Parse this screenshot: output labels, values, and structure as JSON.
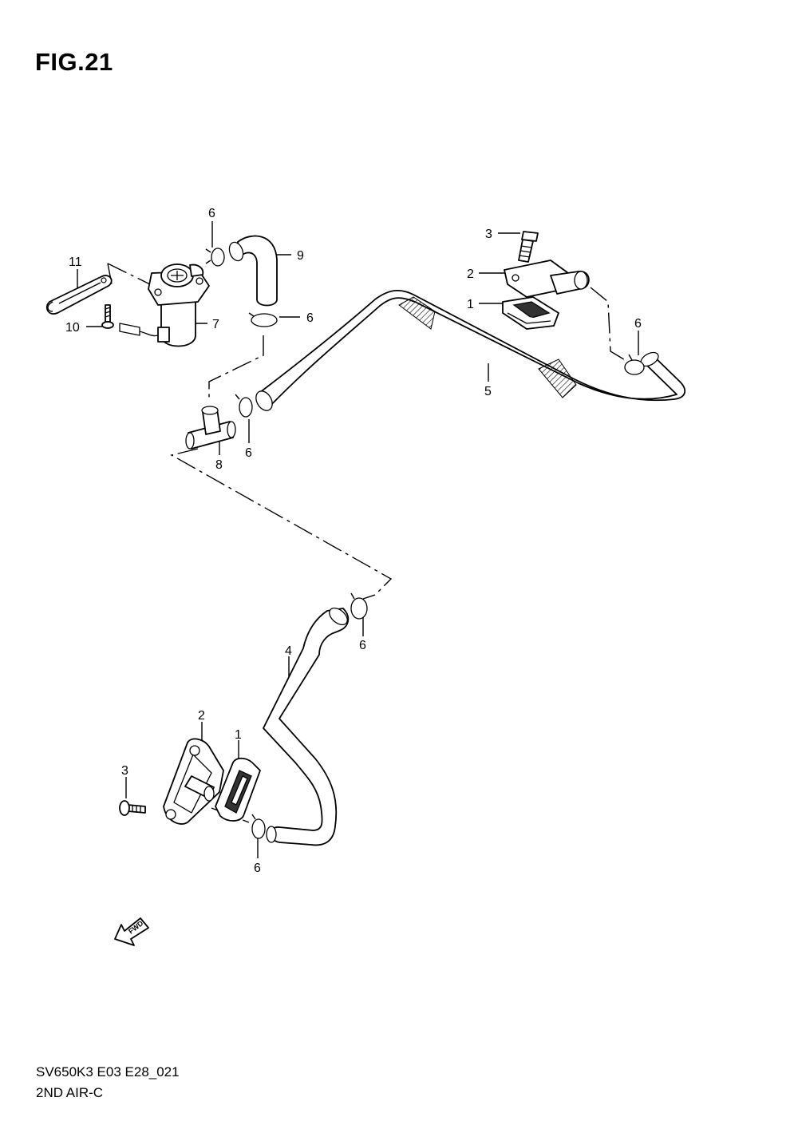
{
  "figure": {
    "title": "FIG.21"
  },
  "footer": {
    "code": "SV650K3 E03 E28_021",
    "subtitle": "2ND AIR-C"
  },
  "fwd_label": "FWD",
  "callouts": [
    {
      "id": "c6a",
      "text": "6"
    },
    {
      "id": "c9",
      "text": "9"
    },
    {
      "id": "c11",
      "text": "11"
    },
    {
      "id": "c10",
      "text": "10"
    },
    {
      "id": "c7",
      "text": "7"
    },
    {
      "id": "c6b",
      "text": "6"
    },
    {
      "id": "c8",
      "text": "8"
    },
    {
      "id": "c6c",
      "text": "6"
    },
    {
      "id": "c3a",
      "text": "3"
    },
    {
      "id": "c2a",
      "text": "2"
    },
    {
      "id": "c1a",
      "text": "1"
    },
    {
      "id": "c6d",
      "text": "6"
    },
    {
      "id": "c5",
      "text": "5"
    },
    {
      "id": "c4",
      "text": "4"
    },
    {
      "id": "c6e",
      "text": "6"
    },
    {
      "id": "c2b",
      "text": "2"
    },
    {
      "id": "c1b",
      "text": "1"
    },
    {
      "id": "c3b",
      "text": "3"
    },
    {
      "id": "c6f",
      "text": "6"
    }
  ]
}
